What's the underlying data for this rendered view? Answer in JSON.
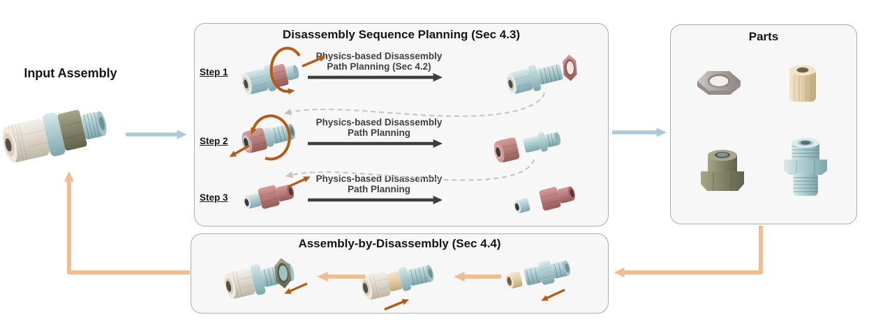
{
  "input": {
    "label": "Input Assembly",
    "illustration": "pipe-fitting-assembly"
  },
  "planning_box": {
    "title": "Disassembly Sequence Planning (Sec 4.3)",
    "steps": [
      {
        "label": "Step 1",
        "process": [
          "Physics-based Disassembly",
          "Path Planning (Sec 4.2)"
        ]
      },
      {
        "label": "Step 2",
        "process": [
          "Physics-based Disassembly",
          "Path Planning"
        ]
      },
      {
        "label": "Step 3",
        "process": [
          "Physics-based Disassembly",
          "Path Planning"
        ]
      }
    ]
  },
  "parts_box": {
    "title": "Parts",
    "parts": [
      "hex-locknut",
      "compression-ferrule",
      "cap-nut",
      "threaded-nipple"
    ]
  },
  "assembly_box": {
    "title": "Assembly-by-Disassembly (Sec 4.4)"
  },
  "colors": {
    "flow_arrow": "#abc9d9",
    "loop_arrow": "#f2bd8e",
    "motion_arrow": "#b35b17",
    "process_arrow": "#3d3d3d",
    "dashed_connector": "#c6c6c6",
    "box_bg": "#f7f7f7",
    "box_border": "#ababab",
    "part_blue": "#b5d2d6",
    "part_white": "#e2dcd1",
    "part_olive": "#8a8a6f",
    "part_red": "#bd807e",
    "part_cream": "#e6d2ac",
    "part_gray": "#b3abab"
  }
}
